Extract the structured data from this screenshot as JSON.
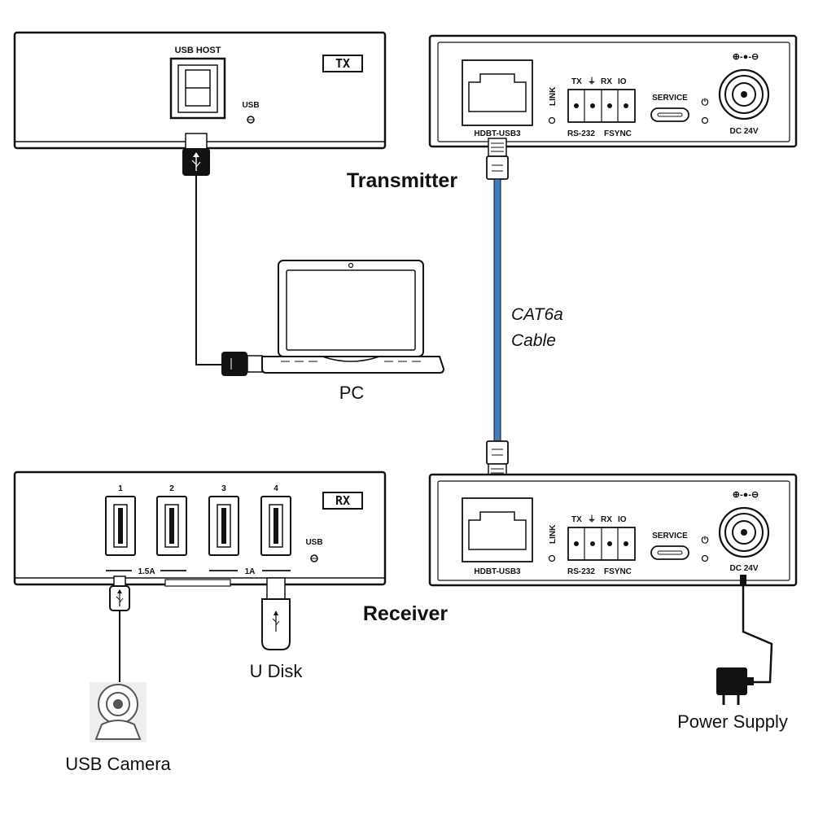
{
  "tx_unit": {
    "badge": "TX",
    "usb_host_label": "USB HOST",
    "usb_led_label": "USB"
  },
  "rx_unit": {
    "badge": "RX",
    "ports": [
      "1",
      "2",
      "3",
      "4"
    ],
    "current_left": "1.5A",
    "current_right": "1A",
    "usb_led_label": "USB"
  },
  "rear_panel": {
    "hdbt_label": "HDBT-USB3",
    "link_label": "LINK",
    "tx_label": "TX",
    "ground_symbol": "⏚",
    "rx_label": "RX",
    "io_label": "IO",
    "rs232_label": "RS-232",
    "fsync_label": "FSYNC",
    "service_label": "SERVICE",
    "power_symbol": "⏻",
    "polarity_label": "⊕-●-⊖",
    "dc_label": "DC 24V"
  },
  "labels": {
    "transmitter": "Transmitter",
    "receiver": "Receiver",
    "cable_line1": "CAT6a",
    "cable_line2": "Cable",
    "pc": "PC",
    "usb_camera": "USB Camera",
    "u_disk": "U Disk",
    "power_supply": "Power Supply"
  },
  "colors": {
    "cable_blue": "#3f7fbf",
    "device_black": "#111111",
    "device_white": "#ffffff"
  }
}
